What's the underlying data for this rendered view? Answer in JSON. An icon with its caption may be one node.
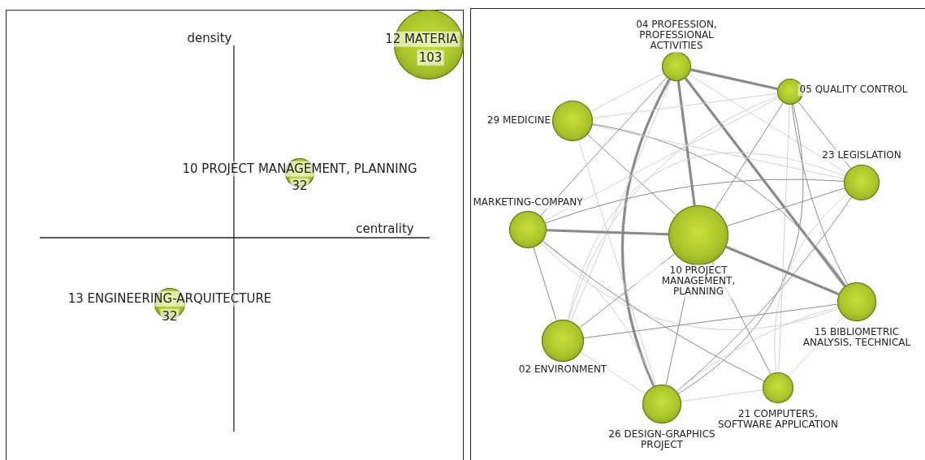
{
  "diagram": {
    "nodes": [
      {
        "text": [
          "12 MATERIA",
          "103"
        ]
      },
      {
        "text": [
          "10 PROJECT MANAGEMENT, PLANNING",
          "32"
        ]
      },
      {
        "text": [
          "13 ENGINEERING-ARQUITECTURE",
          "32"
        ]
      },
      {
        "text": [
          "04 PROFESSION, PROFESSIONAL ACTIVITIES"
        ]
      },
      {
        "text": [
          "05 QUALITY CONTROL"
        ]
      },
      {
        "text": [
          "29 MEDICINE"
        ]
      },
      {
        "text": [
          "23 LEGISLATION"
        ]
      },
      {
        "text": [
          "MARKETING-COMPANY"
        ]
      },
      {
        "text": [
          "10 PROJECT MANAGEMENT, PLANNING"
        ]
      },
      {
        "text": [
          "15 BIBLIOMETRIC ANALYSIS, TECHNICAL"
        ]
      },
      {
        "text": [
          "02 ENVIRONMENT"
        ]
      },
      {
        "text": [
          "21 COMPUTERS, SOFTWARE APPLICATION"
        ]
      },
      {
        "text": [
          "26 DESIGN-GRAPHICS PROJECT"
        ]
      }
    ],
    "edges": [
      {
        "from": 3,
        "to": 4,
        "arrow": "none",
        "style": "thick"
      },
      {
        "from": 3,
        "to": 5,
        "arrow": "none",
        "color": "#d0d0d0"
      },
      {
        "from": 3,
        "to": 7,
        "arrow": "none"
      },
      {
        "from": 3,
        "to": 8,
        "arrow": "none",
        "style": "thick"
      },
      {
        "from": 3,
        "to": 12,
        "arrow": "none",
        "style": "thick"
      },
      {
        "from": 3,
        "to": 9,
        "arrow": "none",
        "style": "thick"
      },
      {
        "from": 3,
        "to": 6,
        "arrow": "none",
        "color": "#d0d0d0"
      },
      {
        "from": 3,
        "to": 10,
        "arrow": "none",
        "color": "#d0d0d0"
      },
      {
        "from": 4,
        "to": 5,
        "arrow": "none",
        "color": "#d0d0d0"
      },
      {
        "from": 4,
        "to": 8,
        "arrow": "none"
      },
      {
        "from": 4,
        "to": 12,
        "arrow": "none"
      },
      {
        "from": 4,
        "to": 9,
        "arrow": "none"
      },
      {
        "from": 4,
        "to": 6,
        "arrow": "none"
      },
      {
        "from": 4,
        "to": 11,
        "arrow": "none",
        "color": "#d0d0d0"
      },
      {
        "from": 4,
        "to": 7,
        "arrow": "none",
        "color": "#d0d0d0"
      },
      {
        "from": 4,
        "to": 10,
        "arrow": "none",
        "color": "#d0d0d0"
      },
      {
        "from": 5,
        "to": 8,
        "arrow": "none"
      },
      {
        "from": 5,
        "to": 9,
        "arrow": "none"
      },
      {
        "from": 5,
        "to": 6,
        "arrow": "none",
        "color": "#d0d0d0"
      },
      {
        "from": 5,
        "to": 12,
        "arrow": "none",
        "color": "#d0d0d0"
      },
      {
        "from": 6,
        "to": 7,
        "arrow": "none"
      },
      {
        "from": 6,
        "to": 8,
        "arrow": "none"
      },
      {
        "from": 6,
        "to": 12,
        "arrow": "none"
      },
      {
        "from": 6,
        "to": 10,
        "arrow": "none",
        "color": "#d0d0d0"
      },
      {
        "from": 6,
        "to": 11,
        "arrow": "none",
        "color": "#d0d0d0"
      },
      {
        "from": 7,
        "to": 8,
        "arrow": "none",
        "style": "thick"
      },
      {
        "from": 7,
        "to": 10,
        "arrow": "none"
      },
      {
        "from": 7,
        "to": 9,
        "arrow": "none",
        "color": "#d0d0d0"
      },
      {
        "from": 7,
        "to": 12,
        "arrow": "none",
        "color": "#d0d0d0"
      },
      {
        "from": 7,
        "to": 11,
        "arrow": "none"
      },
      {
        "from": 8,
        "to": 9,
        "arrow": "none",
        "style": "thick"
      },
      {
        "from": 8,
        "to": 12,
        "arrow": "none"
      },
      {
        "from": 8,
        "to": 11,
        "arrow": "none"
      },
      {
        "from": 8,
        "to": 10,
        "arrow": "none"
      },
      {
        "from": 9,
        "to": 10,
        "arrow": "none"
      },
      {
        "from": 9,
        "to": 12,
        "arrow": "none",
        "color": "#d0d0d0"
      },
      {
        "from": 9,
        "to": 11,
        "arrow": "none",
        "color": "#d0d0d0"
      },
      {
        "from": 10,
        "to": 12,
        "arrow": "none",
        "color": "#d0d0d0"
      },
      {
        "from": 12,
        "to": 11,
        "arrow": "none",
        "color": "#d0d0d0"
      }
    ],
    "labels": [
      "density",
      "centrality"
    ]
  }
}
